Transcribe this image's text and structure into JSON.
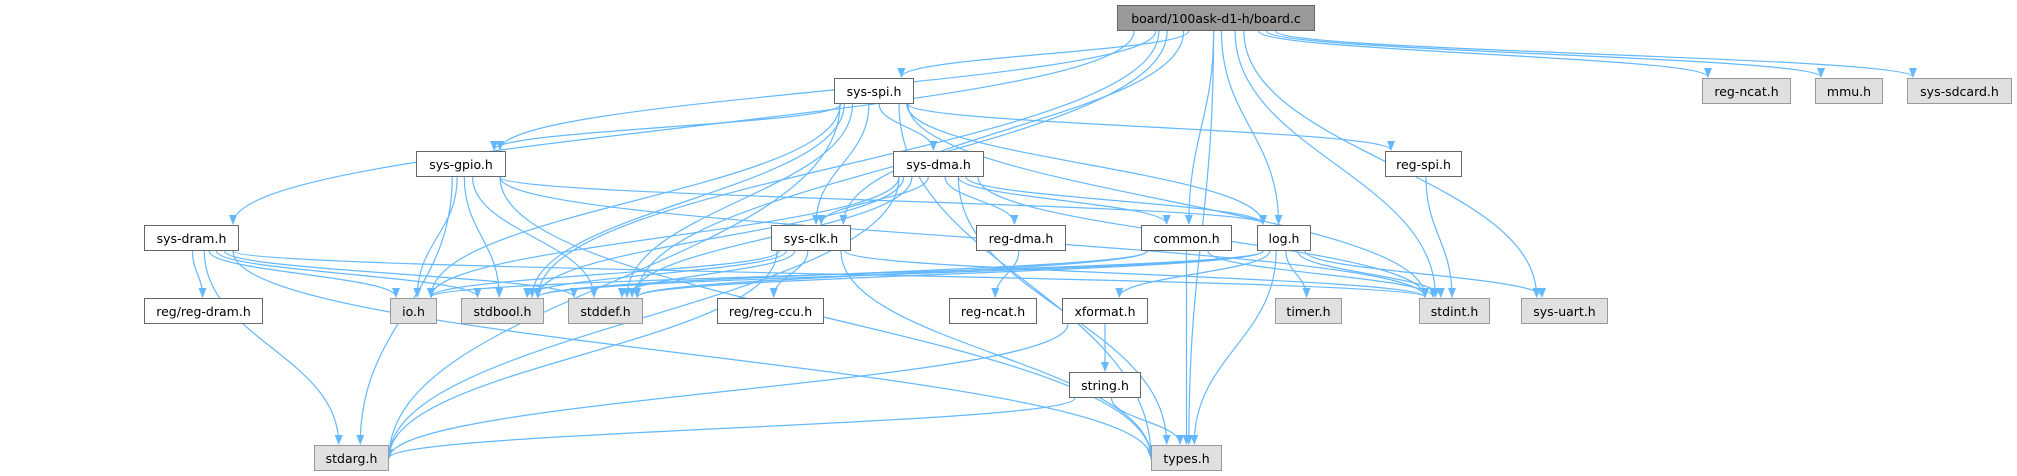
{
  "colors": {
    "edge": "#63b8ff",
    "root_fill": "#999999",
    "external_fill": "#e0e0e0",
    "normal_fill": "#ffffff"
  },
  "nodes": [
    {
      "id": "board",
      "label": "board/100ask-d1-h/board.c",
      "kind": "root"
    },
    {
      "id": "sys_spi",
      "label": "sys-spi.h",
      "kind": "normal"
    },
    {
      "id": "reg_ncat_top",
      "label": "reg-ncat.h",
      "kind": "external"
    },
    {
      "id": "mmu",
      "label": "mmu.h",
      "kind": "external"
    },
    {
      "id": "sys_sdcard",
      "label": "sys-sdcard.h",
      "kind": "external"
    },
    {
      "id": "sys_gpio",
      "label": "sys-gpio.h",
      "kind": "normal"
    },
    {
      "id": "sys_dma",
      "label": "sys-dma.h",
      "kind": "normal"
    },
    {
      "id": "reg_spi",
      "label": "reg-spi.h",
      "kind": "normal"
    },
    {
      "id": "sys_dram",
      "label": "sys-dram.h",
      "kind": "normal"
    },
    {
      "id": "sys_clk",
      "label": "sys-clk.h",
      "kind": "normal"
    },
    {
      "id": "reg_dma",
      "label": "reg-dma.h",
      "kind": "normal"
    },
    {
      "id": "common",
      "label": "common.h",
      "kind": "normal"
    },
    {
      "id": "log",
      "label": "log.h",
      "kind": "normal"
    },
    {
      "id": "reg_dram",
      "label": "reg/reg-dram.h",
      "kind": "normal"
    },
    {
      "id": "io",
      "label": "io.h",
      "kind": "external"
    },
    {
      "id": "stdbool",
      "label": "stdbool.h",
      "kind": "external"
    },
    {
      "id": "stddef",
      "label": "stddef.h",
      "kind": "external"
    },
    {
      "id": "reg_ccu",
      "label": "reg/reg-ccu.h",
      "kind": "normal"
    },
    {
      "id": "reg_ncat",
      "label": "reg-ncat.h",
      "kind": "normal"
    },
    {
      "id": "xformat",
      "label": "xformat.h",
      "kind": "normal"
    },
    {
      "id": "timer",
      "label": "timer.h",
      "kind": "external"
    },
    {
      "id": "stdint",
      "label": "stdint.h",
      "kind": "external"
    },
    {
      "id": "sys_uart",
      "label": "sys-uart.h",
      "kind": "external"
    },
    {
      "id": "string",
      "label": "string.h",
      "kind": "normal"
    },
    {
      "id": "stdarg",
      "label": "stdarg.h",
      "kind": "external"
    },
    {
      "id": "types",
      "label": "types.h",
      "kind": "external"
    }
  ],
  "edges": [
    [
      "board",
      "sys_spi"
    ],
    [
      "board",
      "sys_gpio"
    ],
    [
      "board",
      "sys_dram"
    ],
    [
      "board",
      "sys_clk"
    ],
    [
      "board",
      "common"
    ],
    [
      "board",
      "log"
    ],
    [
      "board",
      "stdint"
    ],
    [
      "board",
      "sys_uart"
    ],
    [
      "board",
      "types"
    ],
    [
      "board",
      "reg_ncat_top"
    ],
    [
      "board",
      "mmu"
    ],
    [
      "board",
      "sys_sdcard"
    ],
    [
      "board",
      "stdbool"
    ],
    [
      "board",
      "stddef"
    ],
    [
      "sys_spi",
      "sys_gpio"
    ],
    [
      "sys_spi",
      "sys_dma"
    ],
    [
      "sys_spi",
      "sys_clk"
    ],
    [
      "sys_spi",
      "log"
    ],
    [
      "sys_spi",
      "reg_spi"
    ],
    [
      "sys_spi",
      "stdint"
    ],
    [
      "sys_spi",
      "types"
    ],
    [
      "sys_spi",
      "stdarg"
    ],
    [
      "sys_spi",
      "io"
    ],
    [
      "sys_spi",
      "stdbool"
    ],
    [
      "sys_spi",
      "stddef"
    ],
    [
      "sys_gpio",
      "log"
    ],
    [
      "sys_gpio",
      "stdint"
    ],
    [
      "sys_gpio",
      "io"
    ],
    [
      "sys_gpio",
      "stdbool"
    ],
    [
      "sys_gpio",
      "stddef"
    ],
    [
      "sys_gpio",
      "stdarg"
    ],
    [
      "sys_gpio",
      "types"
    ],
    [
      "sys_dma",
      "sys_clk"
    ],
    [
      "sys_dma",
      "reg_dma"
    ],
    [
      "sys_dma",
      "common"
    ],
    [
      "sys_dma",
      "log"
    ],
    [
      "sys_dma",
      "stdint"
    ],
    [
      "sys_dma",
      "types"
    ],
    [
      "sys_dma",
      "stdarg"
    ],
    [
      "sys_dma",
      "io"
    ],
    [
      "sys_dma",
      "stdbool"
    ],
    [
      "sys_dma",
      "stddef"
    ],
    [
      "sys_dram",
      "reg_dram"
    ],
    [
      "sys_dram",
      "io"
    ],
    [
      "sys_dram",
      "stdbool"
    ],
    [
      "sys_dram",
      "stddef"
    ],
    [
      "sys_dram",
      "stdint"
    ],
    [
      "sys_dram",
      "stdarg"
    ],
    [
      "sys_dram",
      "types"
    ],
    [
      "sys_clk",
      "io"
    ],
    [
      "sys_clk",
      "stdbool"
    ],
    [
      "sys_clk",
      "stddef"
    ],
    [
      "sys_clk",
      "reg_ccu"
    ],
    [
      "sys_clk",
      "stdint"
    ],
    [
      "sys_clk",
      "types"
    ],
    [
      "sys_clk",
      "stdarg"
    ],
    [
      "reg_dma",
      "reg_ncat"
    ],
    [
      "common",
      "stdbool"
    ],
    [
      "common",
      "stddef"
    ],
    [
      "common",
      "stdint"
    ],
    [
      "common",
      "types"
    ],
    [
      "log",
      "io"
    ],
    [
      "log",
      "stdbool"
    ],
    [
      "log",
      "stddef"
    ],
    [
      "log",
      "xformat"
    ],
    [
      "log",
      "timer"
    ],
    [
      "log",
      "stdint"
    ],
    [
      "log",
      "sys_uart"
    ],
    [
      "log",
      "types"
    ],
    [
      "reg_spi",
      "stdint"
    ],
    [
      "xformat",
      "string"
    ],
    [
      "xformat",
      "stdarg"
    ],
    [
      "string",
      "stdarg"
    ],
    [
      "string",
      "types"
    ]
  ]
}
